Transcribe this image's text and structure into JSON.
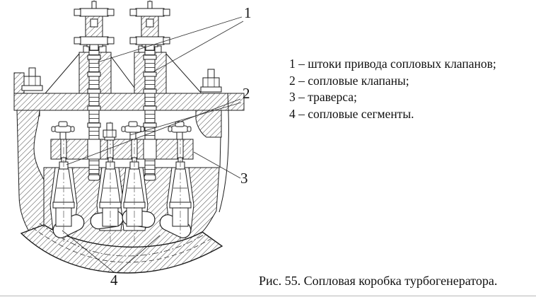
{
  "figure": {
    "callouts": [
      "1",
      "2",
      "3",
      "4"
    ],
    "legend": {
      "items": [
        "1 – штоки привода сопловых клапанов;",
        "2 – сопловые клапаны;",
        "3 – траверса;",
        "4 – сопловые сегменты."
      ]
    },
    "caption": "Рис. 55. Сопловая коробка турбогенератора.",
    "parts": {
      "drive_stems": 2,
      "nozzle_valves": 4,
      "traverse_bars": 1,
      "nozzle_segments": 4
    }
  },
  "colors": {
    "ink": "#1a1a1a",
    "paper": "#ffffff",
    "bottom_rule": "#b9b9b9"
  }
}
